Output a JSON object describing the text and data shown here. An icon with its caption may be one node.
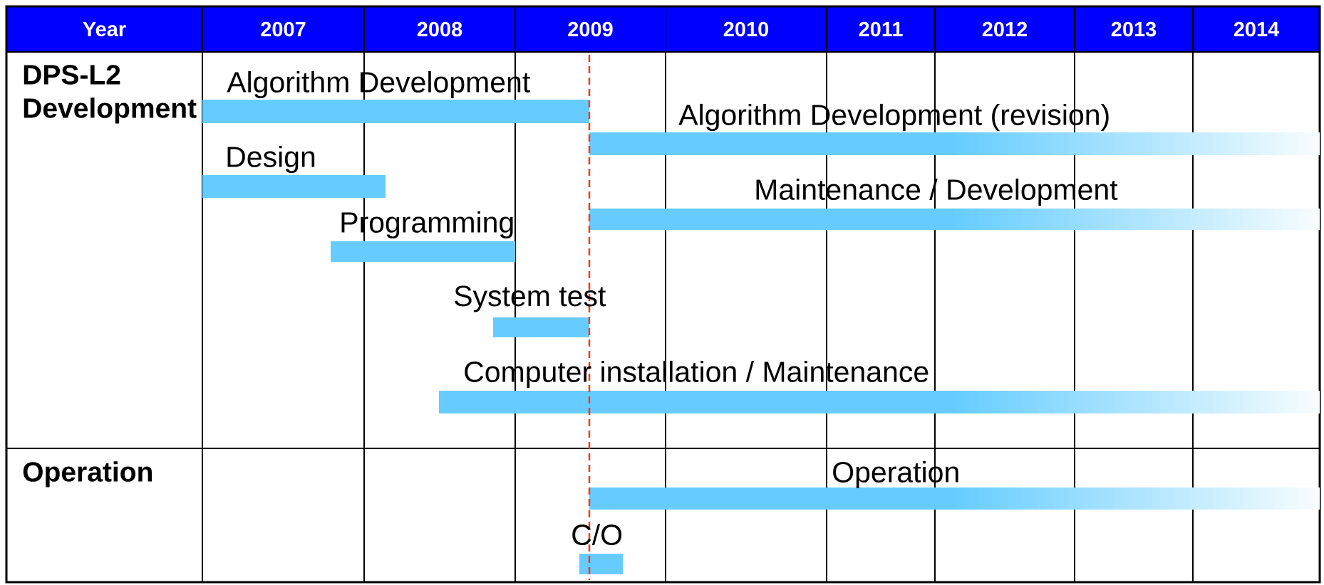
{
  "diagram": {
    "nodes": [
      {
        "text": [
          "Algorithm Development"
        ]
      },
      {
        "text": [
          "Algorithm Development (revision)"
        ]
      },
      {
        "text": [
          "Design"
        ]
      },
      {
        "text": [
          "Maintenance / Development"
        ]
      },
      {
        "text": [
          "Programming"
        ]
      },
      {
        "text": [
          "System test"
        ]
      },
      {
        "text": [
          "Computer installation / Maintenance"
        ]
      },
      {
        "text": [
          "Operation"
        ]
      },
      {
        "text": [
          "C/O"
        ]
      }
    ],
    "labels": [
      "Year",
      "2007",
      "2008",
      "2009",
      "2010",
      "2011",
      "2012",
      "2013",
      "2014",
      "DPS-L2 Development",
      "Operation"
    ]
  }
}
